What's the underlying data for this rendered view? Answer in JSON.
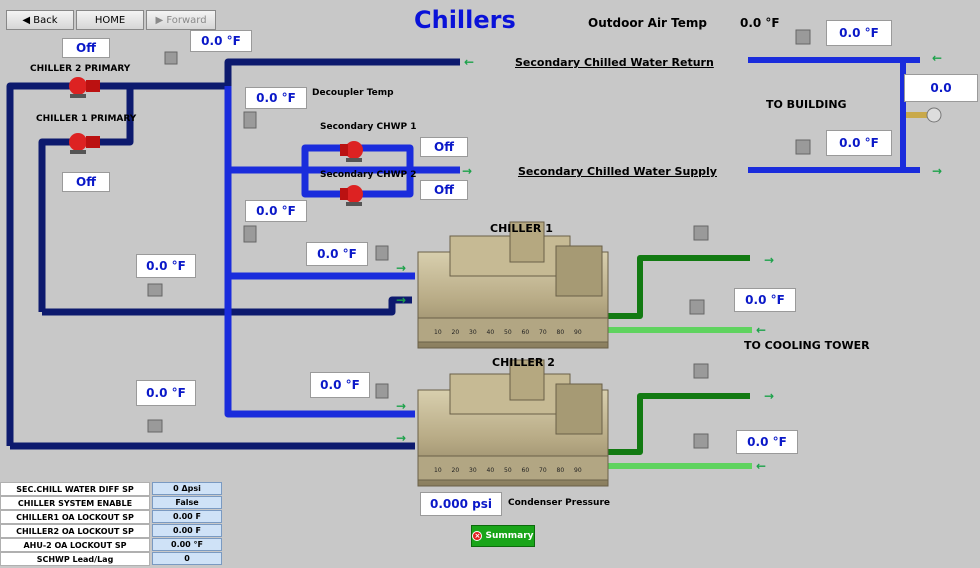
{
  "nav": {
    "back": "Back",
    "home": "HOME",
    "forward": "Forward"
  },
  "header": {
    "title": "Chillers",
    "oat_label": "Outdoor Air Temp",
    "oat_value": "0.0 °F"
  },
  "pumps": {
    "chiller2_primary": {
      "label": "CHILLER 2 PRIMARY",
      "status": "Off"
    },
    "chiller1_primary": {
      "label": "CHILLER 1 PRIMARY",
      "status": "Off"
    },
    "secondary_chwp1": {
      "label": "Secondary CHWP 1",
      "status": "Off"
    },
    "secondary_chwp2": {
      "label": "Secondary CHWP 2",
      "status": "Off"
    }
  },
  "temps": {
    "primary_supply": "0.0 °F",
    "decoupler": "0.0 °F",
    "decoupler_label": "Decoupler Temp",
    "secondary_supply": "0.0 °F",
    "chiller1_leaving": "0.0 °F",
    "chiller1_return": "0.0 °F",
    "chiller2_leaving": "0.0 °F",
    "chiller2_return": "0.0 °F",
    "building_return": "0.0 °F",
    "building_supply": "0.0 °F",
    "building_pressure": "0.0",
    "cooling_tower_1": "0.0 °F",
    "cooling_tower_2": "0.0 °F"
  },
  "labels": {
    "secondary_return": "Secondary Chilled Water Return",
    "secondary_supply": "Secondary Chilled Water Supply",
    "to_building": "TO BUILDING",
    "to_cooling_tower": "TO COOLING TOWER",
    "chiller1": "CHILLER 1",
    "chiller2": "CHILLER 2",
    "condenser_pressure_label": "Condenser Pressure",
    "condenser_pressure_value": "0.000 psi"
  },
  "gauge_ticks": [
    "10",
    "20",
    "30",
    "40",
    "50",
    "60",
    "70",
    "80",
    "90"
  ],
  "setpoints": [
    {
      "label": "SEC.CHILL WATER DIFF SP",
      "value": "0 Δpsi"
    },
    {
      "label": "CHILLER SYSTEM ENABLE",
      "value": "False"
    },
    {
      "label": "CHILLER1 OA LOCKOUT SP",
      "value": "0.00 F"
    },
    {
      "label": "CHILLER2 OA LOCKOUT SP",
      "value": "0.00 F"
    },
    {
      "label": "AHU-2 OA LOCKOUT SP",
      "value": "0.00 °F"
    },
    {
      "label": "SCHWP Lead/Lag",
      "value": "0"
    }
  ],
  "summary_button": "Summary",
  "colors": {
    "pipe_dark": "#0d1a6e",
    "pipe_blue": "#1a2cdc",
    "pipe_green": "#127a12",
    "pipe_lightgreen": "#5fd35f",
    "title": "#0a12d8",
    "value_text": "#0a18c8"
  }
}
